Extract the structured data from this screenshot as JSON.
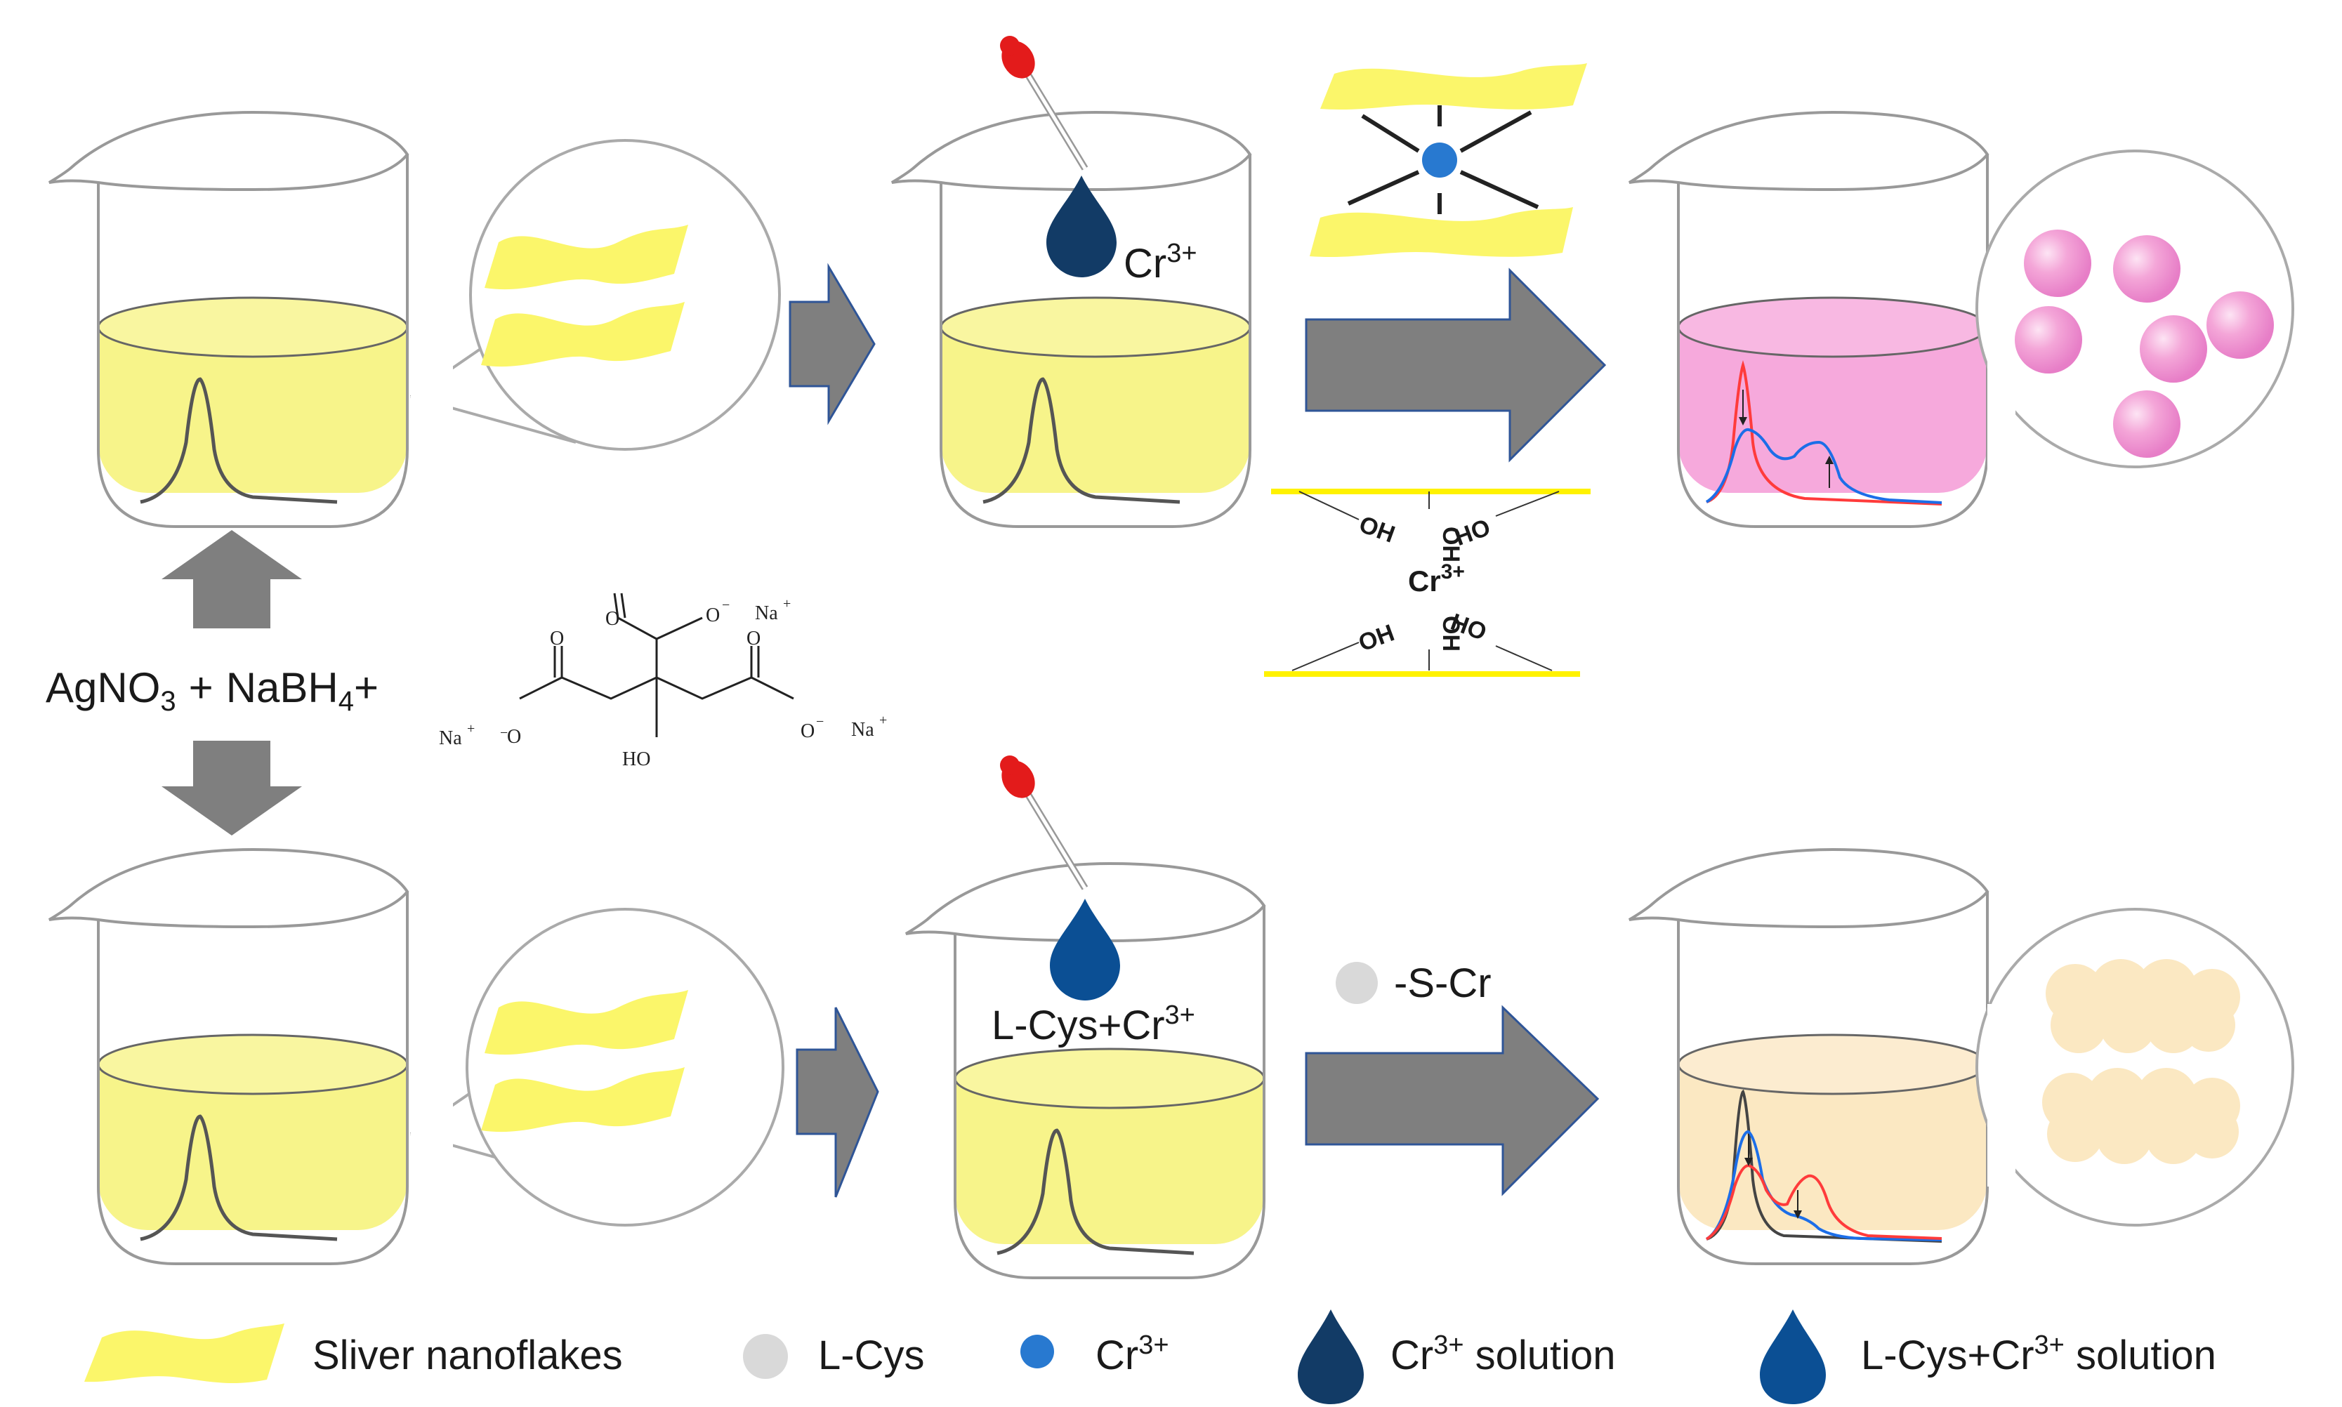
{
  "reagents": {
    "agno3": {
      "base": "AgNO",
      "sub": "3"
    },
    "plus1": "+",
    "nabh4": {
      "base": "NaBH",
      "sub": "4"
    },
    "plus2": "+"
  },
  "citrate": {
    "O": "O",
    "O_minus": "O",
    "minus": "−",
    "Na": "Na",
    "plus": "+",
    "HO": "HO"
  },
  "labels": {
    "cr_drop": {
      "base": "Cr",
      "sup": "3+"
    },
    "lcys_cr_drop": {
      "base": "L-Cys+Cr",
      "sup": "3+"
    },
    "s_cr": "-S-Cr"
  },
  "complex": {
    "oh": "OH",
    "ho": "HO",
    "center": {
      "base": "Cr",
      "sup": "3+"
    }
  },
  "legend": {
    "nanoflakes": "Sliver nanoflakes",
    "lcys": "L-Cys",
    "cr": {
      "base": "Cr",
      "sup": "3+"
    },
    "cr_solution": {
      "base": "Cr",
      "sup": "3+",
      "suffix": " solution"
    },
    "lcys_cr_solution": {
      "base": "L-Cys+Cr",
      "sup": "3+",
      "suffix": " solution"
    }
  },
  "colors": {
    "silver_solution": "#f7f48a",
    "cr_solution_liquid": "#f6a9dc",
    "lcys_solution_liquid": "#fbe8c2",
    "nanoflake": "#fbf66a",
    "arrow": "#7f7f7f",
    "cr_drop": "#123b66",
    "lcys_cr_drop": "#0b4f94",
    "cr_ion": "#2879d0",
    "lcys": "#d9d9d9",
    "spectrum_red": "#ff3b3b",
    "spectrum_blue": "#1c6ee8"
  }
}
